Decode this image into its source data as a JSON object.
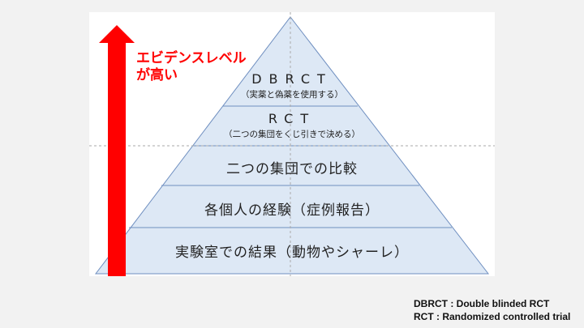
{
  "evidence_label": {
    "line1": "エビデンスレベル",
    "line2": "が高い"
  },
  "pyramid": {
    "levels": [
      {
        "title": "DBRCT",
        "subtitle": "（実薬と偽薬を使用する）"
      },
      {
        "title": "RCT",
        "subtitle": "（二つの集団をくじ引きで決める）"
      },
      {
        "title": "二つの集団での比較"
      },
      {
        "title": "各個人の経験（症例報告）"
      },
      {
        "title": "実験室での結果（動物やシャーレ）"
      }
    ]
  },
  "legend": {
    "line1": "DBRCT : Double blinded RCT",
    "line2": "RCT : Randomized controlled trial"
  },
  "colors": {
    "pyramid_fill": "#dde8f5",
    "pyramid_stroke": "#6f8fc0",
    "arrow": "#ff0000"
  }
}
